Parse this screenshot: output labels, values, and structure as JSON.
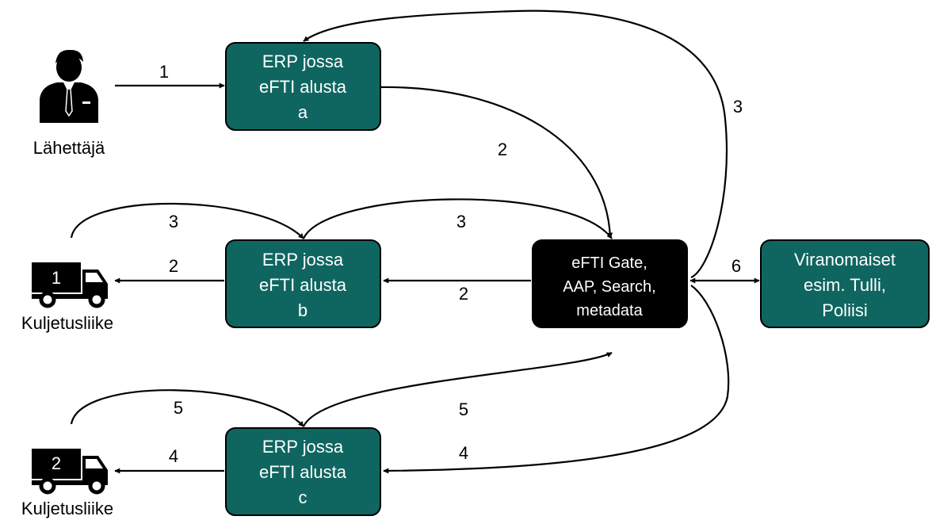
{
  "colors": {
    "box_fill": "#0f6660",
    "gate_fill": "#000000",
    "text_on_box": "#ffffff",
    "line": "#000000"
  },
  "actors": {
    "sender": {
      "label": "Lähettäjä",
      "icon": "businessman-icon"
    },
    "carrier1": {
      "label": "Kuljetusliike",
      "badge": "1",
      "icon": "truck-icon"
    },
    "carrier2": {
      "label": "Kuljetusliike",
      "badge": "2",
      "icon": "truck-icon"
    }
  },
  "boxes": {
    "erp_a": [
      "ERP jossa",
      "eFTI alusta",
      "a"
    ],
    "erp_b": [
      "ERP jossa",
      "eFTI alusta",
      "b"
    ],
    "erp_c": [
      "ERP jossa",
      "eFTI alusta",
      "c"
    ],
    "gate": [
      "eFTI Gate,",
      "AAP, Search,",
      "metadata"
    ],
    "authorities": [
      "Viranomaiset",
      "esim. Tulli,",
      "Poliisi"
    ]
  },
  "flow_labels": {
    "sender_to_a": "1",
    "a_to_gate": "2",
    "gate_to_a": "3",
    "carrier1_to_b": "3",
    "b_to_gate": "3",
    "b_to_carrier1": "2",
    "gate_to_b": "2",
    "carrier2_to_c": "5",
    "c_to_gate": "5",
    "c_to_carrier2": "4",
    "gate_to_c": "4",
    "gate_authorities": "6"
  }
}
